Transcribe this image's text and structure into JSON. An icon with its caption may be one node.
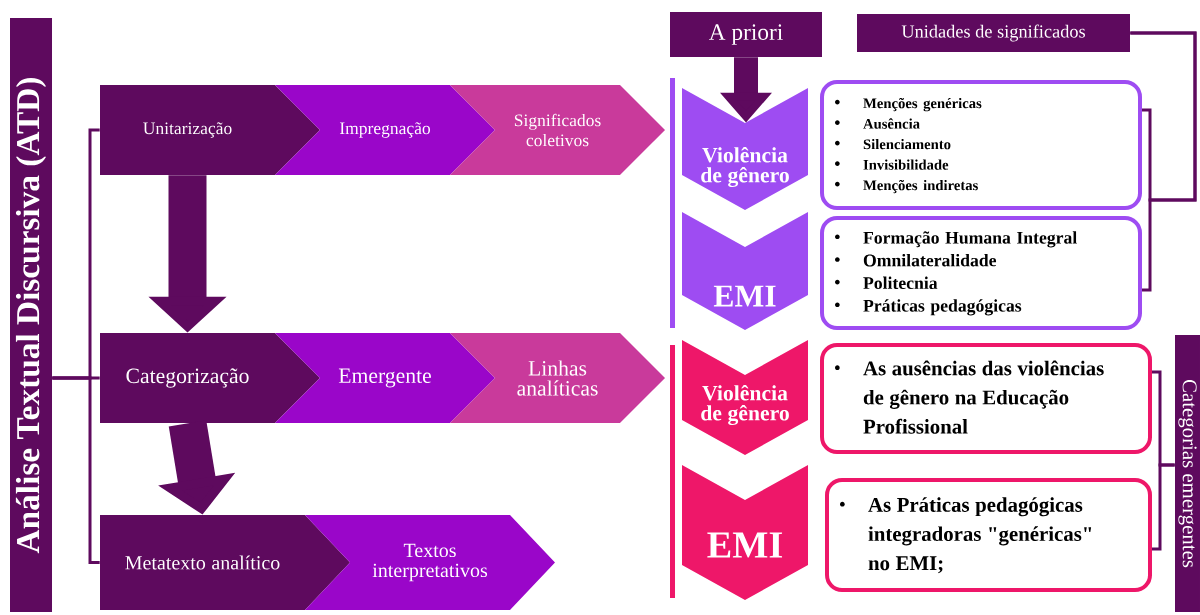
{
  "diagram": {
    "nodes": [
      {
        "text": [
          "Análise Textual Discursiva (ATD)"
        ]
      },
      {
        "text": [
          "Unitarização"
        ]
      },
      {
        "text": [
          "Impregnação"
        ]
      },
      {
        "text": [
          "Significados coletivos"
        ]
      },
      {
        "text": [
          "Categorização"
        ]
      },
      {
        "text": [
          "Emergente"
        ]
      },
      {
        "text": [
          "Linhas analíticas"
        ]
      },
      {
        "text": [
          "Metatexto analítico"
        ]
      },
      {
        "text": [
          "Textos interpretativos"
        ]
      },
      {
        "text": [
          "A priori"
        ]
      },
      {
        "text": [
          "Unidades de significados"
        ]
      },
      {
        "text": [
          "Violência de gênero"
        ]
      },
      {
        "text": [
          "EMI"
        ]
      },
      {
        "text": [
          "Menções genéricas",
          "Ausência",
          "Silenciamento",
          "Invisibilidade",
          "Menções indiretas"
        ]
      },
      {
        "text": [
          "Formação Humana Integral",
          "Omnilateralidade",
          "Politecnia",
          "Práticas pedagógicas"
        ]
      },
      {
        "text": [
          "Violência de gênero"
        ]
      },
      {
        "text": [
          "EMI"
        ]
      },
      {
        "text": [
          "As ausências das violências de gênero na Educação Profissional"
        ]
      },
      {
        "text": [
          "As Práticas pedagógicas integradoras \"genéricas\" no EMI;"
        ]
      },
      {
        "text": [
          "Categorias emergentes"
        ]
      }
    ],
    "edges": [
      {
        "from": 0,
        "to": 1,
        "arrow": "none"
      },
      {
        "from": 0,
        "to": 4,
        "arrow": "none"
      },
      {
        "from": 0,
        "to": 7,
        "arrow": "none"
      },
      {
        "from": 1,
        "to": 4,
        "arrow": "to",
        "style": "thick"
      },
      {
        "from": 4,
        "to": 7,
        "arrow": "to",
        "style": "thick"
      },
      {
        "from": 9,
        "to": 11,
        "arrow": "to",
        "style": "thick"
      },
      {
        "from": 10,
        "to": 13,
        "arrow": "none"
      },
      {
        "from": 10,
        "to": 14,
        "arrow": "none"
      },
      {
        "from": 19,
        "to": 17,
        "arrow": "none"
      },
      {
        "from": 19,
        "to": 18,
        "arrow": "none"
      }
    ]
  }
}
